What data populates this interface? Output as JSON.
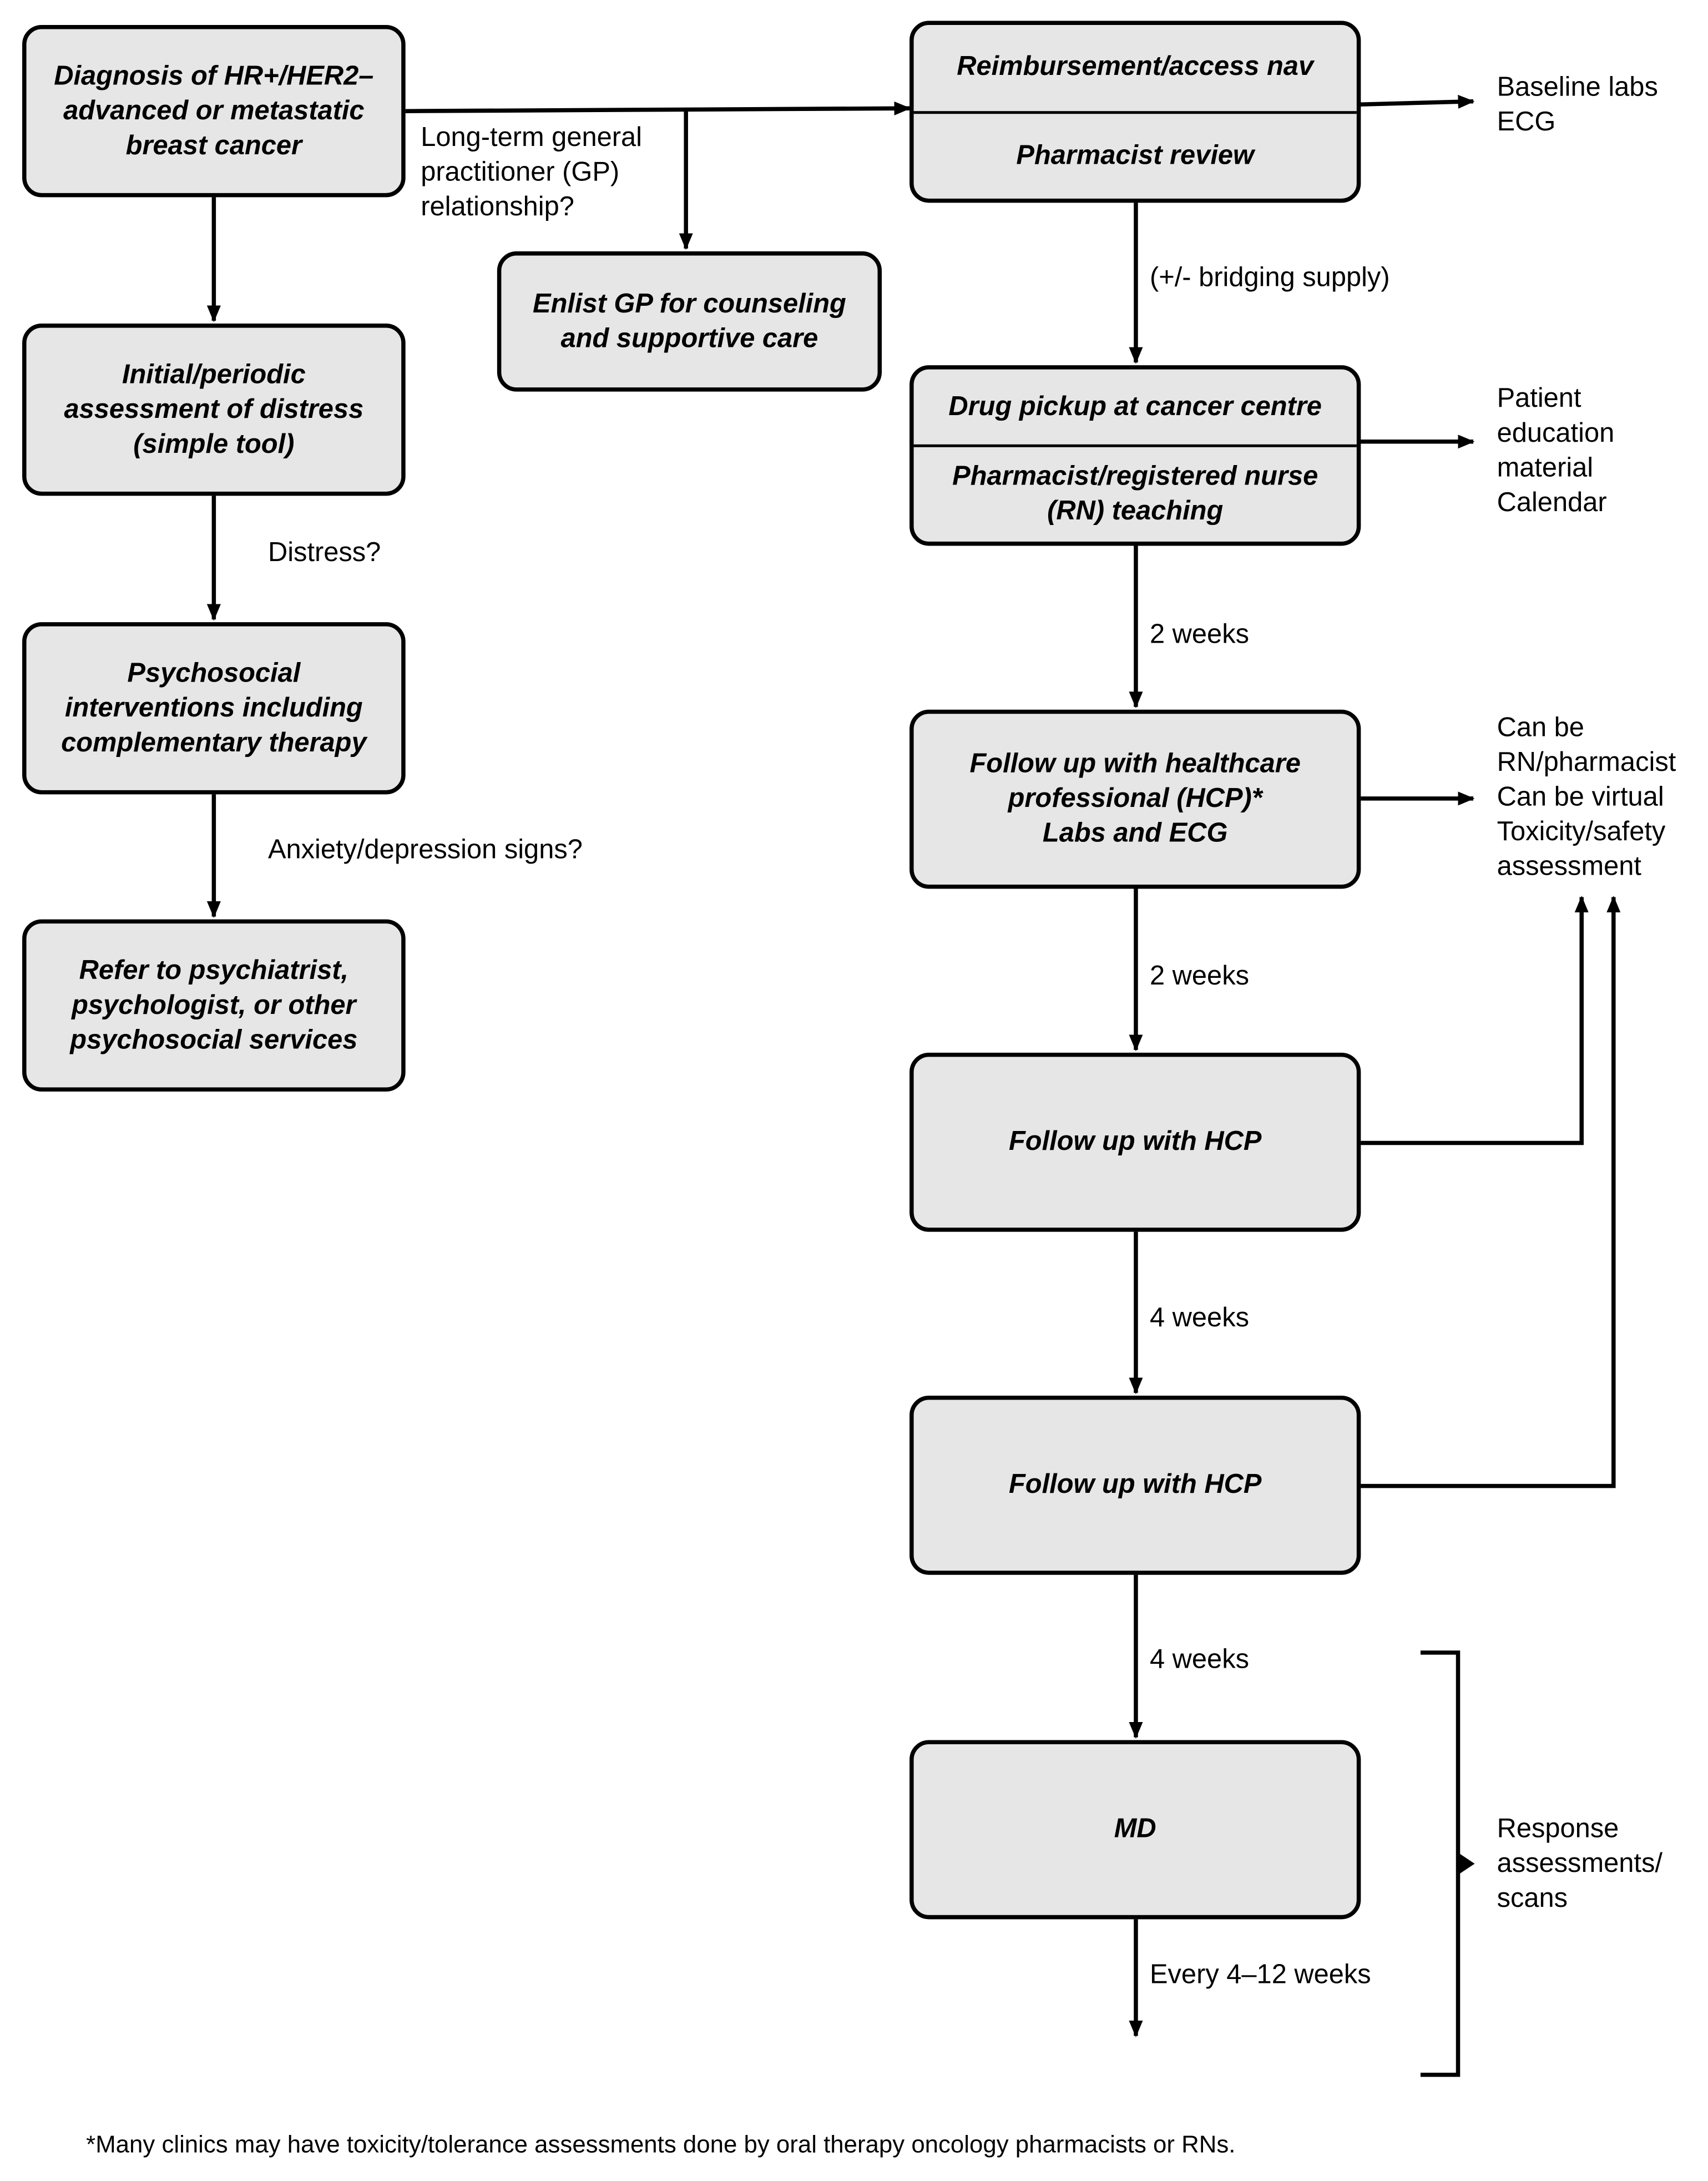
{
  "boxes": {
    "diagnosis": "Diagnosis of HR+/HER2–\nadvanced or metastatic\nbreast cancer",
    "distress_assessment": "Initial/periodic\nassessment of distress\n(simple tool)",
    "psychosocial": "Psychosocial\ninterventions including\ncomplementary therapy",
    "refer": "Refer to psychiatrist,\npsychologist, or other\npsychosocial services",
    "enlist_gp": "Enlist GP for counseling\nand supportive care",
    "reimbursement": "Reimbursement/access nav",
    "pharmacist_review": "Pharmacist review",
    "drug_pickup": "Drug pickup at cancer centre",
    "teaching": "Pharmacist/registered nurse\n(RN) teaching",
    "follow_up_1": "Follow up with healthcare\nprofessional (HCP)*\nLabs and ECG",
    "follow_up_2": "Follow up with HCP",
    "follow_up_3": "Follow up with HCP",
    "md": "MD"
  },
  "labels": {
    "gp_question": "Long-term general\npractitioner (GP)\nrelationship?",
    "distress_question": "Distress?",
    "anxiety_question": "Anxiety/depression signs?",
    "bridging": "(+/- bridging supply)",
    "interval_1": "2 weeks",
    "interval_2": "2 weeks",
    "interval_3": "4 weeks",
    "interval_4": "4 weeks",
    "interval_5": "Every 4–12 weeks"
  },
  "side_notes": {
    "baseline": "Baseline labs\nECG",
    "education": "Patient\neducation\nmaterial\nCalendar",
    "followup_notes": "Can be\nRN/pharmacist\nCan be virtual\nToxicity/safety\nassessment",
    "response": "Response\nassessments/\nscans"
  },
  "footnote": "*Many clinics may have toxicity/tolerance assessments done by oral therapy oncology pharmacists or RNs."
}
